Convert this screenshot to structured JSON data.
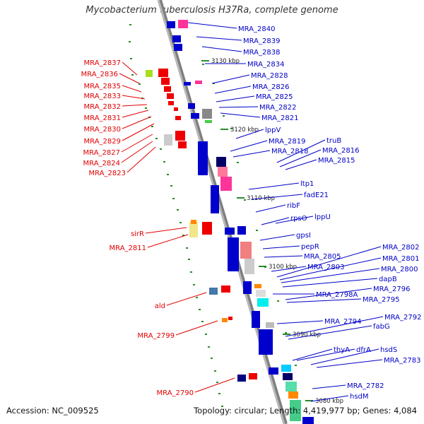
{
  "title": "Mycobacterium tuberculosis H37Ra, complete genome",
  "accession": "Accession: NC_009525",
  "summary": "Topology: circular; Length: 4,419,977 bp; Genes: 4,084",
  "colors": {
    "red_labels": "#e00000",
    "blue_labels": "#0000c8",
    "backbone": "#a0a0a0",
    "ticks": "#2a8a2a"
  },
  "scale_ticks": [
    "3130 kbp",
    "3120 kbp",
    "3110 kbp",
    "3100 kbp",
    "3090 kbp",
    "3080 kbp"
  ],
  "red_genes": [
    "MRA_2837",
    "MRA_2836",
    "MRA_2835",
    "MRA_2833",
    "MRA_2832",
    "MRA_2831",
    "MRA_2830",
    "MRA_2829",
    "MRA_2827",
    "MRA_2824",
    "MRA_2823",
    "sirR",
    "MRA_2811",
    "ald",
    "MRA_2799",
    "MRA_2790"
  ],
  "blue_genes": [
    "MRA_2840",
    "MRA_2839",
    "MRA_2838",
    "MRA_2834",
    "MRA_2828",
    "MRA_2826",
    "MRA_2825",
    "MRA_2822",
    "MRA_2821",
    "lppV",
    "MRA_2819",
    "MRA_2818",
    "truB",
    "MRA_2816",
    "MRA_2815",
    "ltp1",
    "fadE21",
    "ribF",
    "rpsO",
    "lppU",
    "gpsI",
    "pepR",
    "MRA_2805",
    "MRA_2803",
    "MRA_2802",
    "MRA_2801",
    "MRA_2800",
    "dapB",
    "MRA_2798A",
    "MRA_2796",
    "MRA_2795",
    "MRA_2794",
    "MRA_2792",
    "fabG",
    "thyA",
    "dfrA",
    "hsdS",
    "MRA_2783",
    "MRA_2782",
    "hsdM"
  ]
}
